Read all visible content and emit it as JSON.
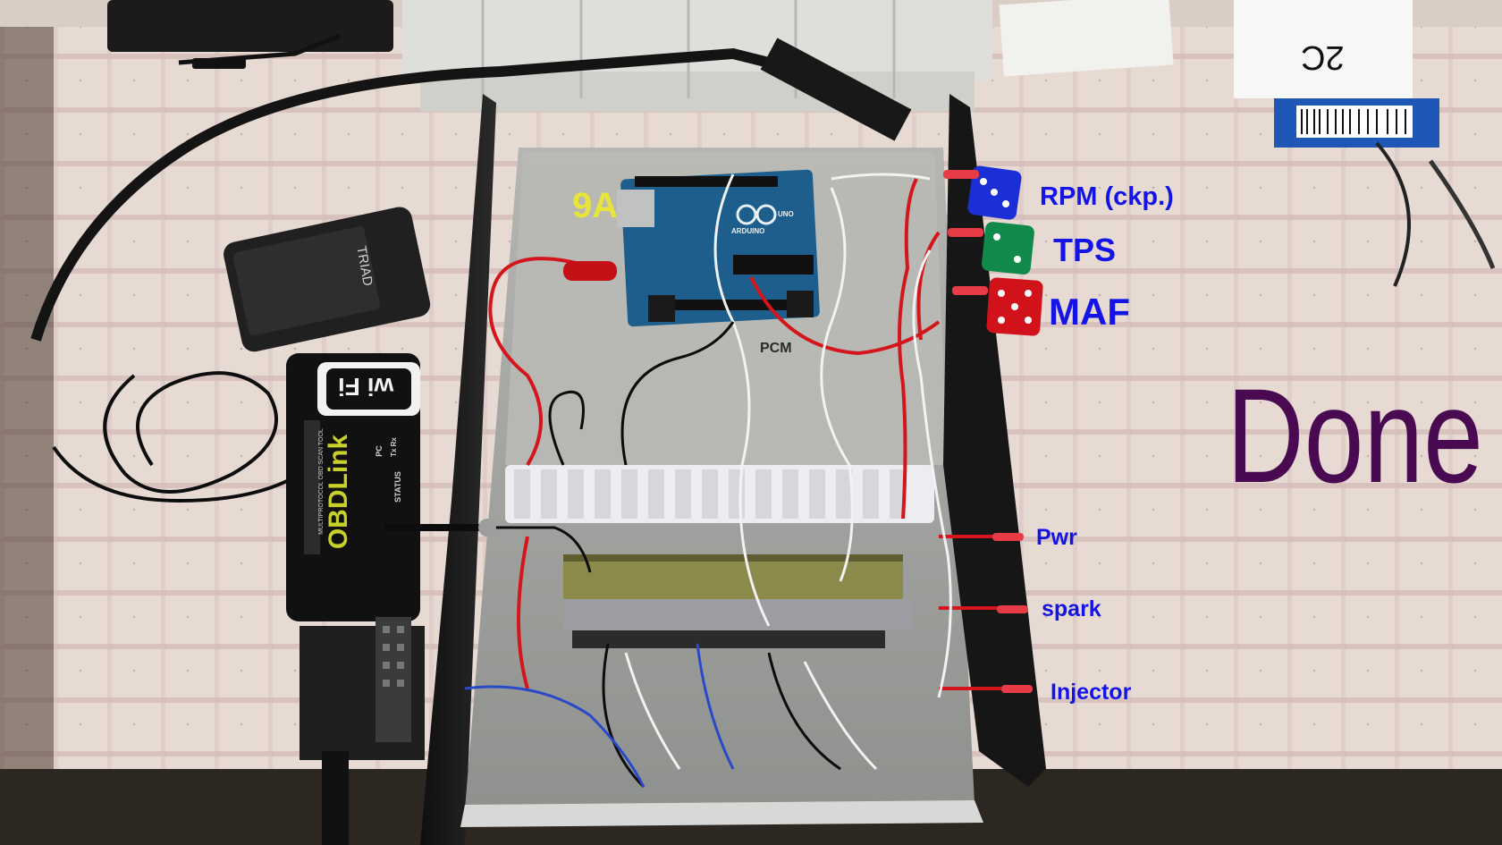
{
  "photo": {
    "subject": "workbench-ecu-simulator",
    "icons": [
      "dice-icon",
      "arduino-board-icon",
      "obd-scanner-icon",
      "power-adapter-icon",
      "terminal-strip-icon",
      "obd-connector-icon"
    ]
  },
  "annotations": {
    "rpm": "RPM (ckp.)",
    "tps": "TPS",
    "maf": "MAF",
    "pwr": "Pwr",
    "spark": "spark",
    "injector": "Injector",
    "done": "Done"
  },
  "device_text": {
    "triad": "TRIAD",
    "wifi": "wi Fi",
    "obdlink": "OBDLink",
    "obd_sub": "MULTIPROTOCOL OBD SCAN TOOL",
    "status": "STATUS",
    "pc": "PC",
    "txrx": "Tx Rx",
    "arduino": "ARDUINO",
    "uno": "UNO",
    "label_2c": "2C",
    "pcm": "PCM",
    "scribble": "9A"
  },
  "colors": {
    "label_blue": "#1414e6",
    "done_purple": "#4a0a52",
    "cloth": "#e3d6cf",
    "stripe": "#c9a7a6",
    "enclosure_black": "#1c1c1c",
    "tray_grey": "#a9a9a6",
    "arduino_blue": "#1d5e8c",
    "die_blue": "#1b2fd6",
    "die_green": "#0f8a4a",
    "die_red": "#d1121a",
    "wire_red": "#d4161c",
    "wire_white": "#f2f2f2"
  }
}
